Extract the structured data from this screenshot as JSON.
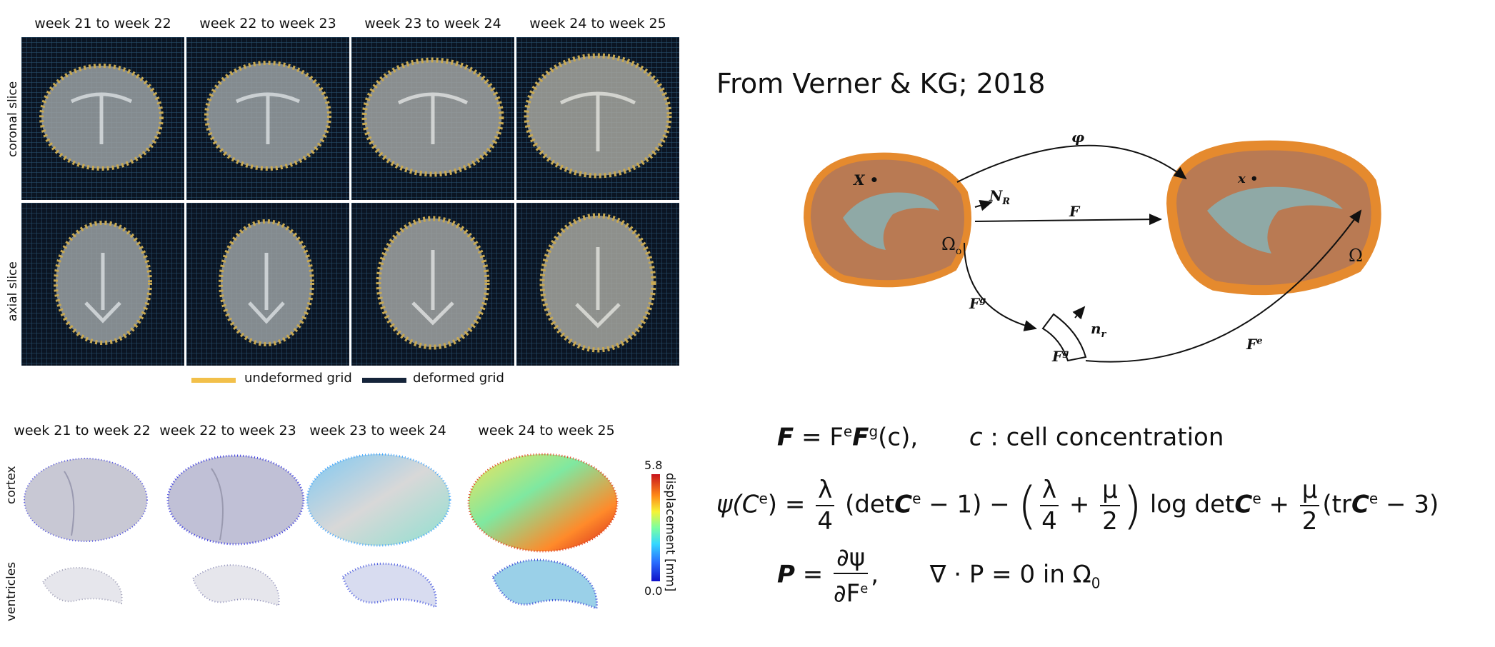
{
  "top_figure": {
    "columns": [
      "week 21 to week 22",
      "week 22 to week 23",
      "week 23 to week 24",
      "week 24 to week 25"
    ],
    "rows": [
      "coronal slice",
      "axial slice"
    ],
    "legend": [
      {
        "label": "undeformed grid",
        "color": "#f2c04a"
      },
      {
        "label": "deformed grid",
        "color": "#15243a"
      }
    ]
  },
  "bottom_figure": {
    "columns": [
      "week 21 to week 22",
      "week 22 to week 23",
      "week 23 to week 24",
      "week 24 to week 25"
    ],
    "rows": [
      "cortex",
      "ventricles"
    ],
    "colorbar": {
      "label": "displacement [mm]",
      "max": "5.8",
      "min": "0.0"
    }
  },
  "citation": "From Verner & KG; 2018",
  "diagram": {
    "phi": "φ",
    "X": "X",
    "x": "x",
    "N_R": "N",
    "N_R_sub": "R",
    "F": "F",
    "Omega0": "Ω",
    "Omega0_sub": "o",
    "Omega": "Ω",
    "Fg": "F",
    "Fg_sup": "g",
    "Fg2": "F",
    "Fg2_sup": "g",
    "nr": "n",
    "nr_sub": "r",
    "Fe": "F",
    "Fe_sup": "e"
  },
  "equations": {
    "eq1_lhs": "F",
    "eq1_rhs": "= F",
    "eq1_c": "(c),",
    "eq1_note_var": "c",
    "eq1_note": ": cell concentration",
    "eq2_psi": "ψ(C",
    "eq2_e": "e",
    "eq2_eq": ") =",
    "lambda": "λ",
    "mu": "μ",
    "four": "4",
    "two": "2",
    "det1": "(det",
    "minus1": "− 1) −",
    "plus": "+",
    "logdet": "log det",
    "plus2": "+",
    "tr": "(tr",
    "minus3": "− 3)",
    "eq3_lhs": "P",
    "eq3_eq": "=",
    "partial_psi": "∂ψ",
    "partial_F": "∂F",
    "comma": ",",
    "div": "∇ · P = 0 in Ω",
    "div_sub": "0"
  }
}
